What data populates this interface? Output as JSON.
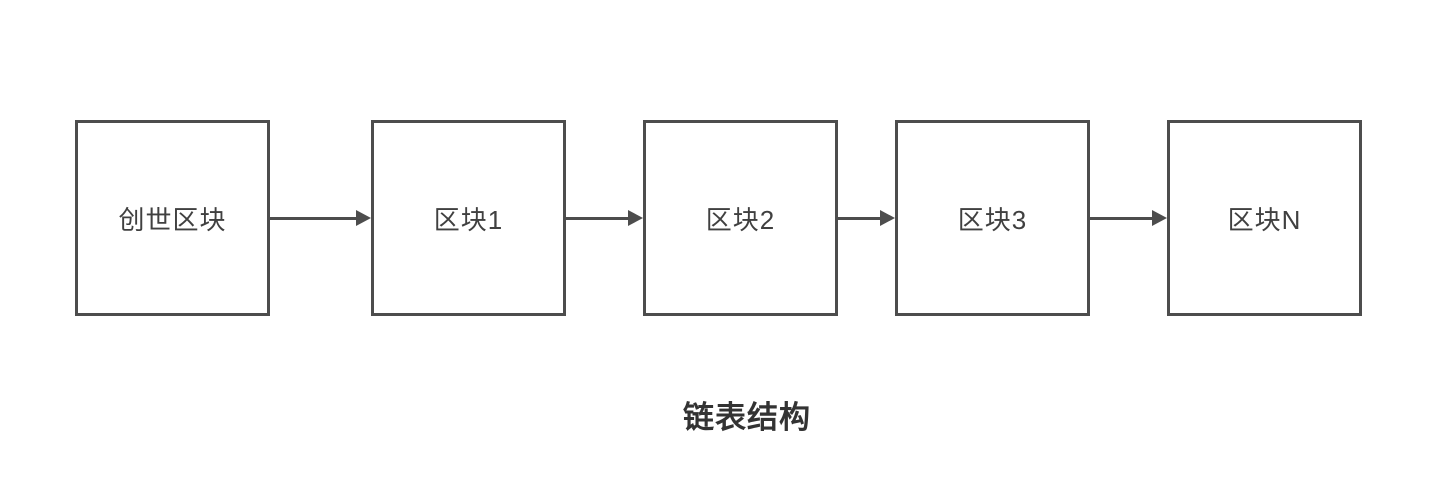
{
  "diagram": {
    "caption": "链表结构",
    "blocks": [
      {
        "label": "创世区块"
      },
      {
        "label": "区块1"
      },
      {
        "label": "区块2"
      },
      {
        "label": "区块3"
      },
      {
        "label": "区块N"
      }
    ],
    "colors": {
      "stroke": "#4d4d4d",
      "label_text": "#404040",
      "caption_text": "#333333",
      "background": "#ffffff"
    }
  }
}
